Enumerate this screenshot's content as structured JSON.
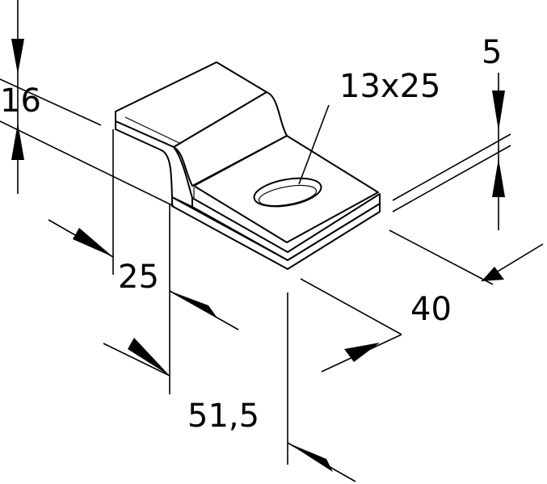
{
  "dimensions": {
    "height_total": "16",
    "thickness": "5",
    "slot_size": "13x25",
    "width_left": "25",
    "depth": "40",
    "length": "51,5"
  },
  "colors": {
    "line": "#000000",
    "background": "#ffffff",
    "part_fill": "#ffffff"
  }
}
